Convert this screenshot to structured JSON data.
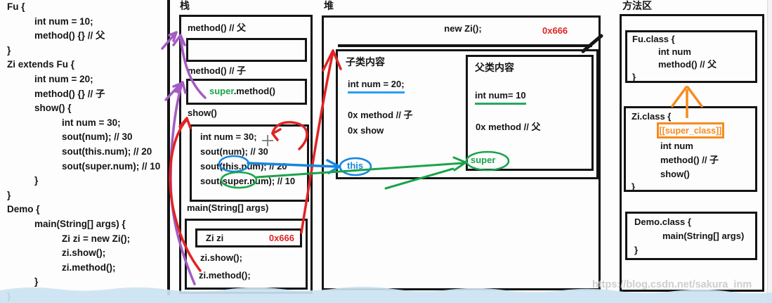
{
  "colors": {
    "purple": "#a45bc4",
    "red": "#e02424",
    "blue": "#1786e0",
    "green": "#1aa34a",
    "orange": "#f68b1f",
    "ink": "#141414",
    "blue_underline": "#2a9df4",
    "green_underline": "#27a85e",
    "wave": "#cce3f2",
    "watermark_gray": "#c6c6c6"
  },
  "code_panel": {
    "lines": [
      {
        "text": "Fu {",
        "indent": 0
      },
      {
        "text": "int num = 10;",
        "indent": 1
      },
      {
        "text": "method() {} // 父",
        "indent": 1
      },
      {
        "text": "}",
        "indent": 0
      },
      {
        "text": "Zi extends Fu {",
        "indent": 0
      },
      {
        "text": "int num = 20;",
        "indent": 1
      },
      {
        "text": "method() {} // 子",
        "indent": 1
      },
      {
        "text": "show() {",
        "indent": 1
      },
      {
        "text": "int num = 30;",
        "indent": 2
      },
      {
        "text": "sout(num); // 30",
        "indent": 2
      },
      {
        "text": "sout(this.num); // 20",
        "indent": 2
      },
      {
        "text": "sout(super.num); // 10",
        "indent": 2
      },
      {
        "text": "}",
        "indent": 1
      },
      {
        "text": "}",
        "indent": 0
      },
      {
        "text": "Demo {",
        "indent": 0
      },
      {
        "text": "main(String[] args) {",
        "indent": 1
      },
      {
        "text": "Zi zi = new Zi();",
        "indent": 2
      },
      {
        "text": "zi.show();",
        "indent": 2
      },
      {
        "text": "zi.method();",
        "indent": 2
      },
      {
        "text": "}",
        "indent": 1
      },
      {
        "text": "}",
        "indent": 0
      }
    ]
  },
  "stack": {
    "title": "栈",
    "frame_method_fu": "method() // 父",
    "frame_method_zi": "method() // 子",
    "super_call_keyword": "super",
    "super_call_rest": ".method()",
    "frame_show": "show()",
    "show_line1": "int num = 30;",
    "show_line2": "sout(num); // 30",
    "show_line3_prefix": "sout(",
    "show_line3_this": "this",
    "show_line3_suffix": ".num); // 20",
    "show_line4_prefix": "sout(",
    "show_line4_super": "super",
    "show_line4_suffix": ".num); // 10",
    "frame_main": "main(String[] args)",
    "zi_var": "Zi zi",
    "zi_addr": "0x666",
    "call_show": "zi.show();",
    "call_method": "zi.method();"
  },
  "heap": {
    "title": "堆",
    "object_label": "new Zi();",
    "object_addr": "0x666",
    "child_section_label": "子类内容",
    "child_num": "int num = 20;",
    "child_method_ref": "0x method // 子",
    "child_show_ref": "0x show",
    "this_label": "this",
    "parent_section_label": "父类内容",
    "parent_num": "int num= 10",
    "parent_method_ref": "0x method // 父",
    "super_label": "super"
  },
  "method_area": {
    "title": "方法区",
    "fu_class": {
      "header": "Fu.class {",
      "field": "int num",
      "method": "method() // 父",
      "close": "}"
    },
    "zi_class": {
      "header": "Zi.class {",
      "super_class": "[[super_class]]",
      "field": "int num",
      "method": "method() // 子",
      "show": "show()",
      "close": "}"
    },
    "demo_class": {
      "header": "Demo.class {",
      "main": "main(String[] args)",
      "close": "}"
    }
  },
  "watermark": "https://blog.csdn.net/sakura_inm"
}
